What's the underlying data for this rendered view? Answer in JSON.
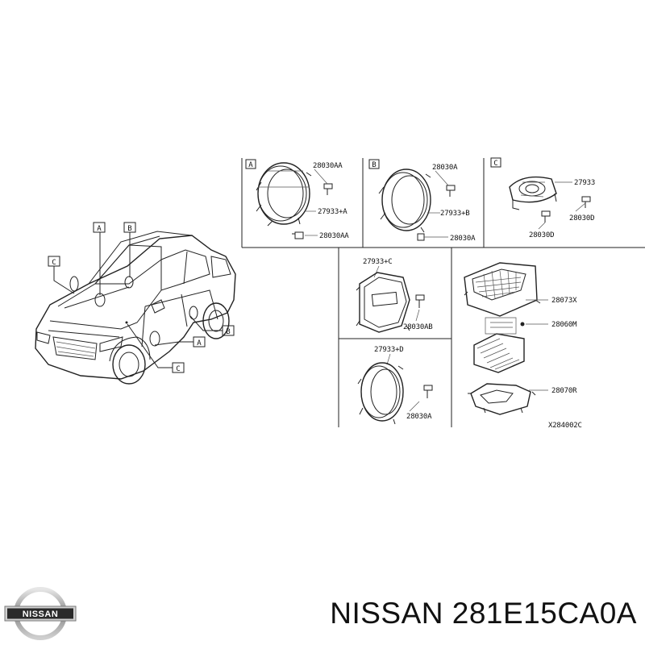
{
  "diagram_code": "X284002C",
  "brand": "NISSAN",
  "part_number": "281E15CA0A",
  "logo_text": "NISSAN",
  "callouts": {
    "car_a": "A",
    "car_b": "B",
    "car_c": "C",
    "car_a2": "A",
    "car_b2": "B",
    "car_c2": "C"
  },
  "panel_a": {
    "label": "A",
    "p1": "28030AA",
    "p2": "27933+A",
    "p3": "28030AA"
  },
  "panel_b": {
    "label": "B",
    "p1": "28030A",
    "p2": "27933+B",
    "p3": "28030A"
  },
  "panel_c": {
    "label": "C",
    "p1": "27933",
    "p2": "28030D",
    "p3": "28030D"
  },
  "panel_rear_c": {
    "p1": "27933+C",
    "p2": "28030AB"
  },
  "panel_rear_d": {
    "p1": "27933+D",
    "p2": "28030A"
  },
  "amp_group": {
    "p1": "28073X",
    "p2": "28060M",
    "p3": "28070R"
  }
}
